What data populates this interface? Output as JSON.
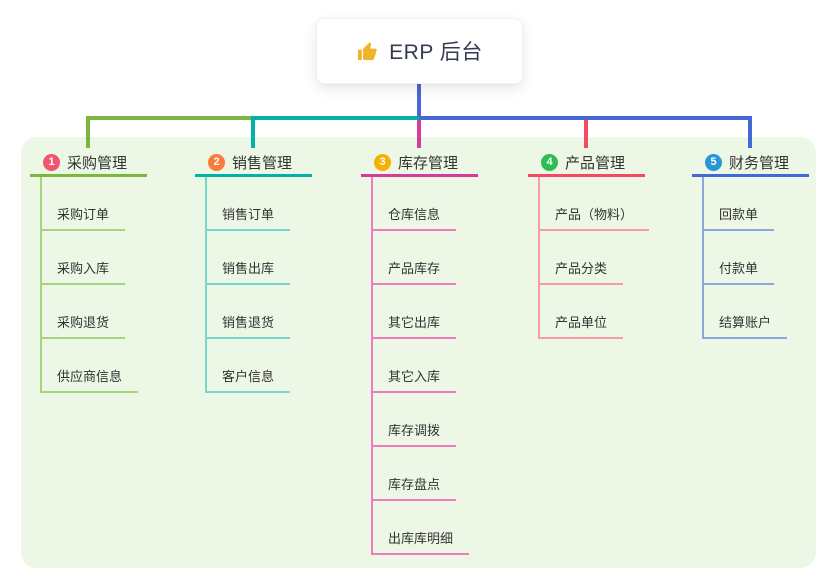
{
  "root": {
    "icon": "thumbs-up-icon",
    "title": "ERP 后台"
  },
  "colors": {
    "panel_bg": "#ecf7e6",
    "trunk": "#4a67d6",
    "text_dark": "#333b4e",
    "node_text": "#333333"
  },
  "branches": [
    {
      "num": "1",
      "title": "采购管理",
      "badge_color": "#f2566e",
      "line_color": "#7db63e",
      "light_color": "#a6d57d",
      "children": [
        "采购订单",
        "采购入库",
        "采购退货",
        "供应商信息"
      ]
    },
    {
      "num": "2",
      "title": "销售管理",
      "badge_color": "#f87d3b",
      "line_color": "#00b2a7",
      "light_color": "#76d6ca",
      "children": [
        "销售订单",
        "销售出库",
        "销售退货",
        "客户信息"
      ]
    },
    {
      "num": "3",
      "title": "库存管理",
      "badge_color": "#f8b005",
      "line_color": "#d23c9c",
      "light_color": "#ef7cbb",
      "children": [
        "仓库信息",
        "产品库存",
        "其它出库",
        "其它入库",
        "库存调拨",
        "库存盘点",
        "出库库明细"
      ]
    },
    {
      "num": "4",
      "title": "产品管理",
      "badge_color": "#2dbd52",
      "line_color": "#f4495f",
      "light_color": "#f69ca2",
      "children": [
        "产品（物料）",
        "产品分类",
        "产品单位"
      ]
    },
    {
      "num": "5",
      "title": "财务管理",
      "badge_color": "#2797d7",
      "line_color": "#4468d4",
      "light_color": "#8da7dd",
      "children": [
        "回款单",
        "付款单",
        "结算账户"
      ]
    }
  ]
}
